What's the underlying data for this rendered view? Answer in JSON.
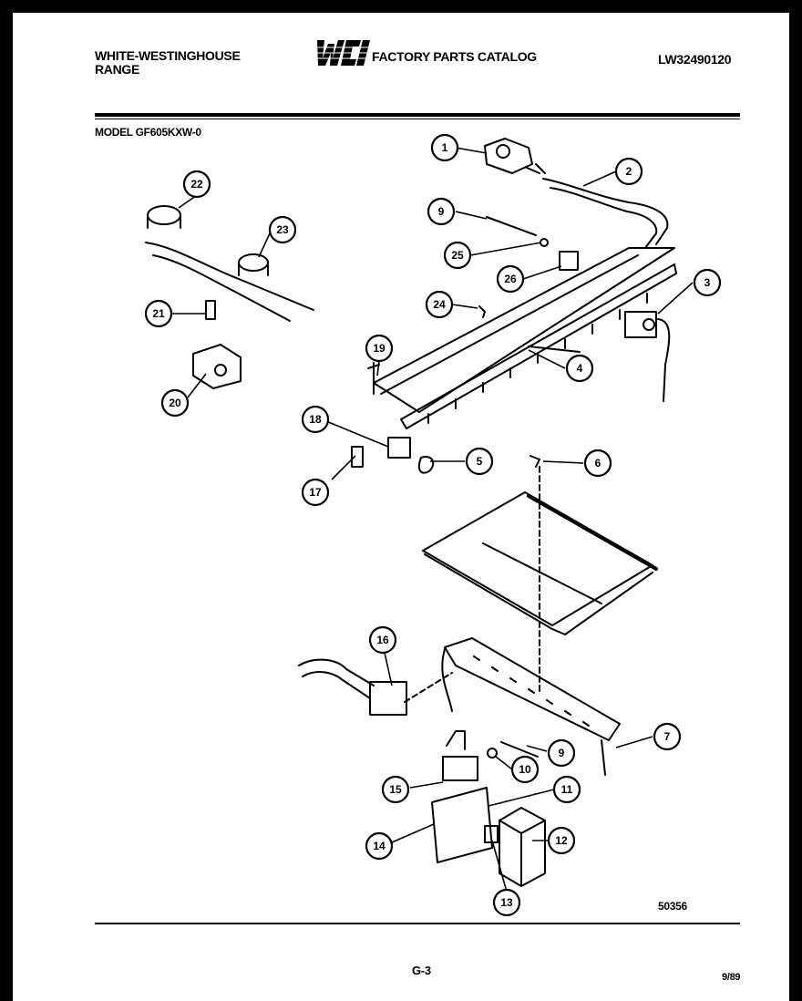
{
  "header": {
    "brand_line1": "WHITE-WESTINGHOUSE",
    "brand_line2": "RANGE",
    "catalog_title": "FACTORY PARTS CATALOG",
    "catalog_number": "LW32490120",
    "logo_text": "WCI"
  },
  "model_label": "MODEL GF605KXW-0",
  "drawing_code": "50356",
  "page_number": "G-3",
  "date": "9/89",
  "callouts": [
    "1",
    "2",
    "3",
    "4",
    "5",
    "6",
    "7",
    "9",
    "9",
    "10",
    "11",
    "12",
    "13",
    "14",
    "15",
    "16",
    "17",
    "18",
    "19",
    "20",
    "21",
    "22",
    "23",
    "24",
    "25",
    "26"
  ]
}
